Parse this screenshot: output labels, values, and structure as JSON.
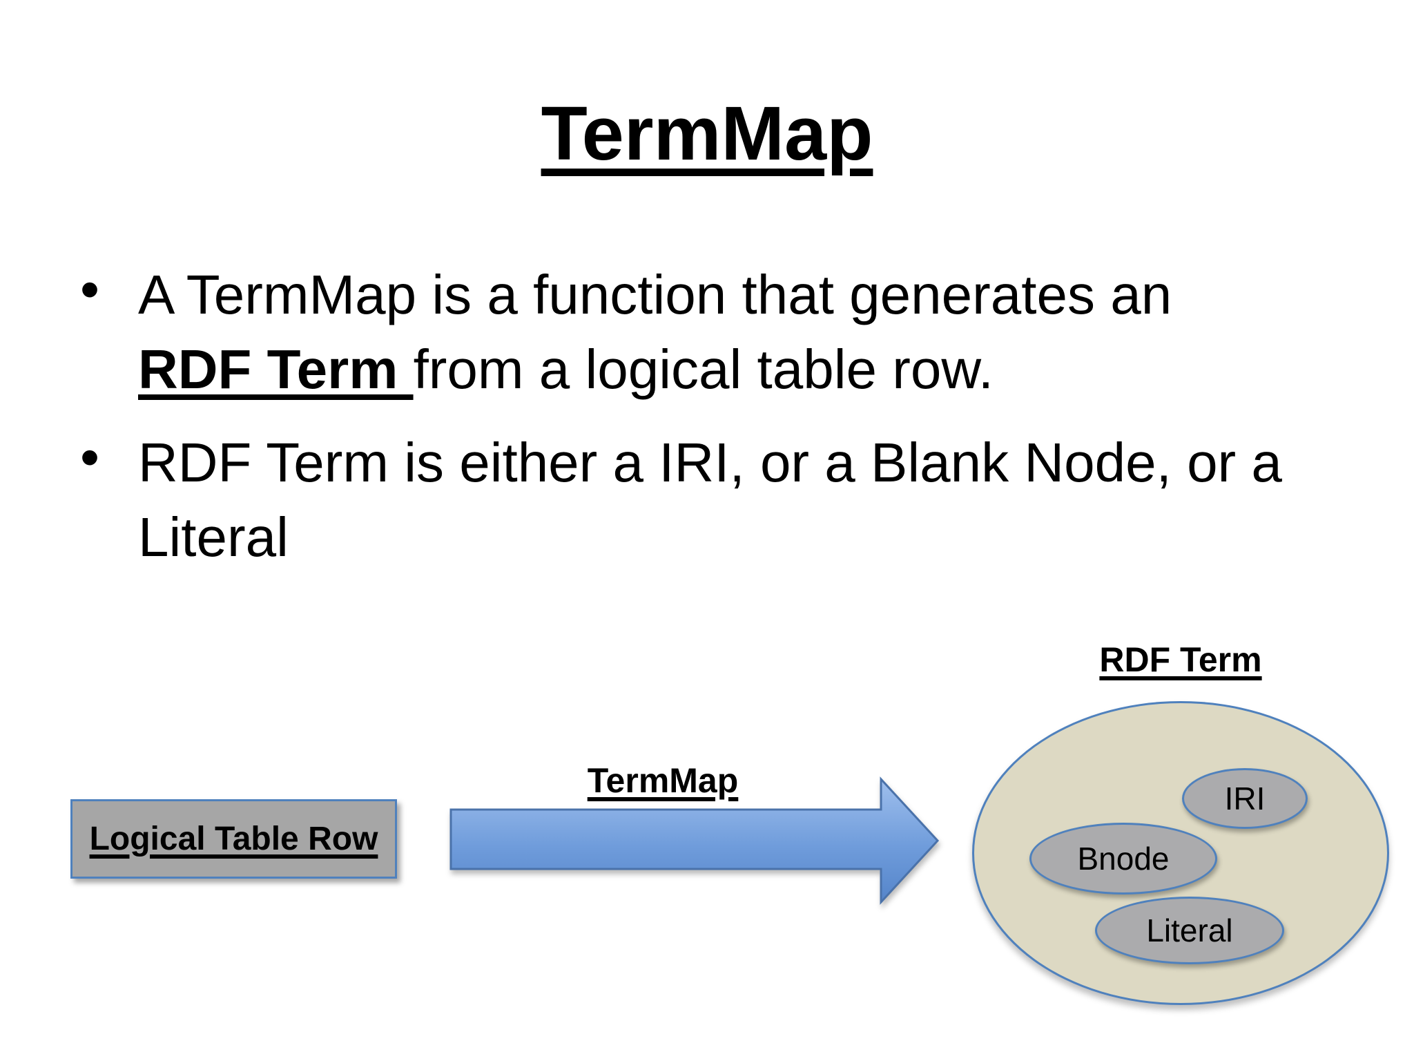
{
  "slide": {
    "title": "TermMap",
    "bullet_char": "•",
    "bullet1": {
      "line1": "A TermMap is a function that generates an",
      "line2_emphasis": "RDF Term ",
      "line2_rest": "from a logical table row."
    },
    "bullet2": {
      "line1": "RDF Term is either a IRI, or a Blank Node, or a",
      "line2": "Literal"
    }
  },
  "diagram": {
    "source_box_label": "Logical Table Row",
    "arrow_label": "TermMap",
    "set_label": "RDF Term",
    "terms": {
      "iri": "IRI",
      "bnode": "Bnode",
      "literal": "Literal"
    }
  },
  "colors": {
    "text": "#000000",
    "box_fill": "#a6a6a6",
    "shape_border": "#4f81bd",
    "big_ellipse_fill": "#ddd9c3",
    "term_ellipse_fill": "#ababad",
    "arrow_top": "#9fbfed",
    "arrow_mid": "#6f9cdb",
    "arrow_bottom": "#5585ca",
    "arrow_border": "#4a72aa"
  }
}
